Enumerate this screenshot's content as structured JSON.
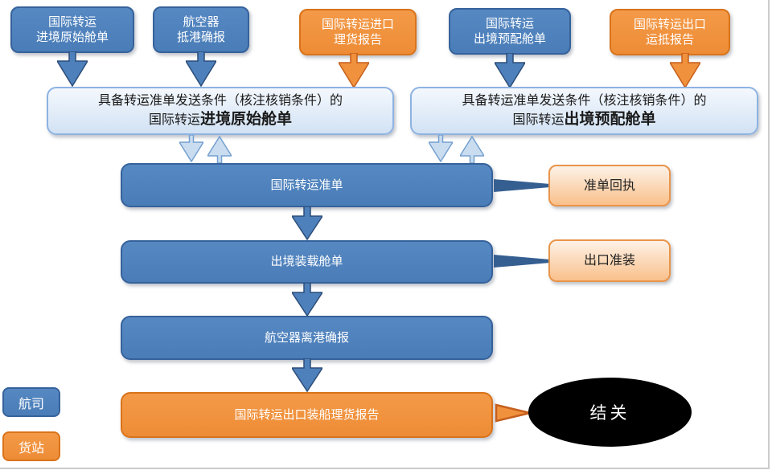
{
  "colors": {
    "airline_blue": "#4e81bc",
    "airline_blue_border": "#36629b",
    "terminal_orange": "#f0913d",
    "terminal_orange_border": "#d9731a",
    "condition_fill": "#dbe8f7",
    "condition_border": "#8db3e2",
    "receipt_fill": "#f9c08b",
    "receipt_border": "#e8944a",
    "closure_fill": "#000000",
    "arrow_blue": "#4e81bc",
    "arrow_light_blue": "#c9dcf0",
    "arrow_orange": "#f0913d",
    "connector_blue": "#365f91"
  },
  "sources": {
    "inbound_manifest": {
      "line1": "国际转运",
      "line2": "进境原始舱单"
    },
    "arrival_confirm": {
      "line1": "航空器",
      "line2": "抵港确报"
    },
    "import_tally": {
      "line1": "国际转运进口",
      "line2": "理货报告"
    },
    "outbound_premanifest": {
      "line1": "国际转运",
      "line2": "出境预配舱单"
    },
    "export_arrival": {
      "line1": "国际转运出口",
      "line2": "运抵报告"
    }
  },
  "conditions": {
    "left": {
      "line1": "具备转运准单发送条件（核注核销条件）的",
      "line2_prefix": "国际转运",
      "line2_bold": "进境原始舱单"
    },
    "right": {
      "line1": "具备转运准单发送条件（核注核销条件）的",
      "line2_prefix": "国际转运",
      "line2_bold": "出境预配舱单"
    }
  },
  "flow": {
    "permit": "国际转运准单",
    "loading_manifest": "出境装载舱单",
    "departure_confirm": "航空器离港确报",
    "export_tally": "国际转运出口装船理货报告",
    "closure": "结关"
  },
  "outputs": {
    "permit_receipt": "准单回执",
    "export_approval": "出口准装"
  },
  "legend": {
    "airline": "航司",
    "terminal": "货站"
  }
}
